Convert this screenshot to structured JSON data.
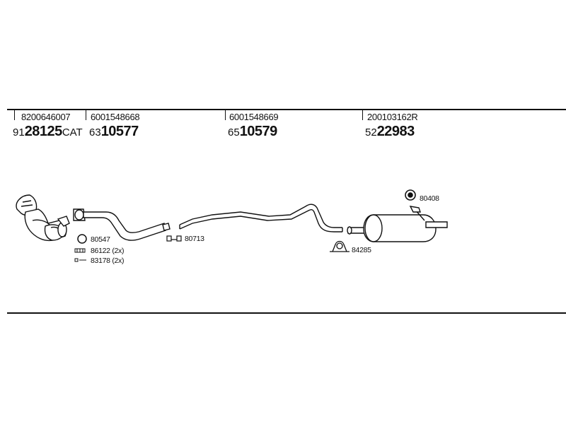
{
  "oe_numbers": [
    "8200646007",
    "6001548668",
    "6001548669",
    "200103162R"
  ],
  "part_numbers": [
    {
      "prefix": "91",
      "main": "28125",
      "suffix": "CAT"
    },
    {
      "prefix": "63",
      "main": "10577",
      "suffix": ""
    },
    {
      "prefix": "65",
      "main": "10579",
      "suffix": ""
    },
    {
      "prefix": "52",
      "main": "22983",
      "suffix": ""
    }
  ],
  "accessory_labels": [
    "80547",
    "86122 (2x)",
    "83178 (2x)",
    "80713",
    "84285",
    "80408"
  ]
}
